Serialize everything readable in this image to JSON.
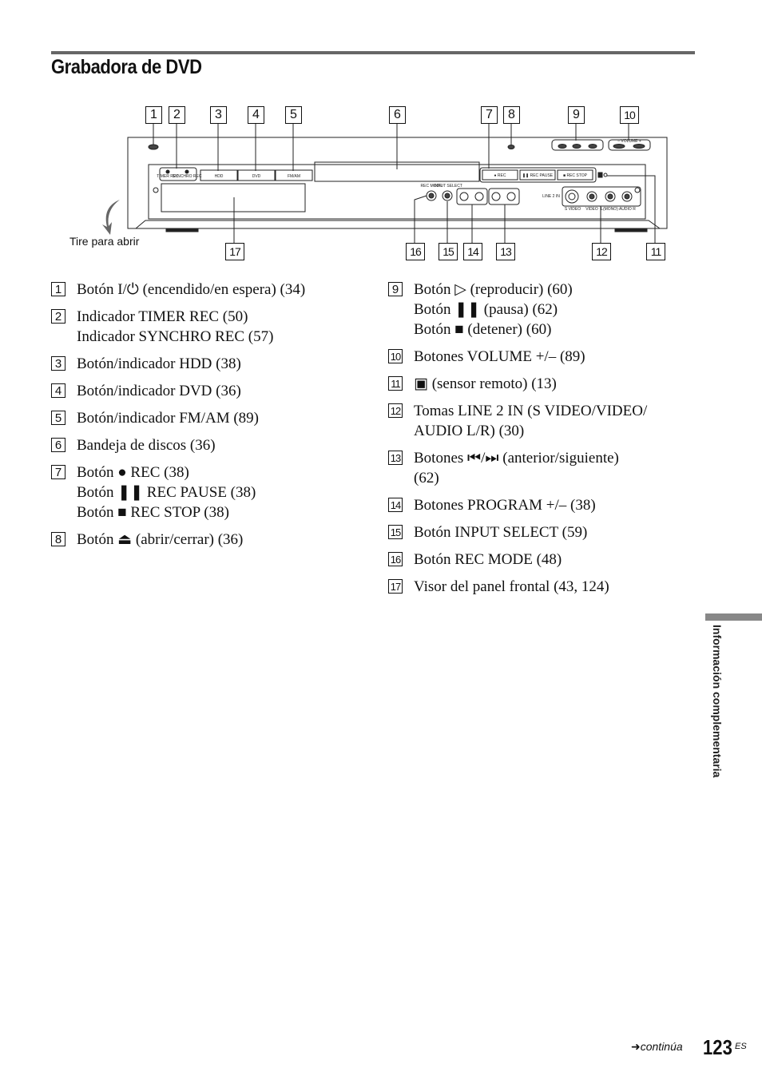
{
  "title": "Grabadora de DVD",
  "diagram": {
    "callouts_top": [
      "1",
      "2",
      "3",
      "4",
      "5",
      "6",
      "7",
      "8",
      "9",
      "10"
    ],
    "callouts_bottom": [
      "17",
      "16",
      "15",
      "14",
      "13",
      "12",
      "11"
    ],
    "open_label": "Tire para abrir",
    "panel_labels": {
      "hdd": "HDD",
      "dvd": "DVD",
      "fmam": "FM/AM",
      "rec": "● REC",
      "rec_pause": "❚❚ REC PAUSE",
      "rec_stop": "■ REC STOP",
      "rec_mode": "REC MODE",
      "input_select": "INPUT SELECT",
      "line2in": "LINE 2 IN",
      "svideo": "S VIDEO",
      "video": "VIDEO",
      "audio": "L(MONO) AUDIO R",
      "volume": "– VOLUME +",
      "timer_rec": "TIMER REC",
      "synchro_rec": "SYNCHRO REC"
    }
  },
  "items_left": [
    {
      "num": "1",
      "lines": [
        "Botón I/⏻ (encendido/en espera) (34)"
      ]
    },
    {
      "num": "2",
      "lines": [
        "Indicador TIMER REC (50)",
        "Indicador SYNCHRO REC (57)"
      ]
    },
    {
      "num": "3",
      "lines": [
        "Botón/indicador HDD (38)"
      ]
    },
    {
      "num": "4",
      "lines": [
        "Botón/indicador DVD (36)"
      ]
    },
    {
      "num": "5",
      "lines": [
        "Botón/indicador FM/AM (89)"
      ]
    },
    {
      "num": "6",
      "lines": [
        "Bandeja de discos (36)"
      ]
    },
    {
      "num": "7",
      "lines": [
        "Botón ● REC (38)",
        "Botón ❚❚ REC PAUSE (38)",
        "Botón ■ REC STOP (38)"
      ]
    },
    {
      "num": "8",
      "lines": [
        "Botón ⏏ (abrir/cerrar) (36)"
      ]
    }
  ],
  "items_right": [
    {
      "num": "9",
      "lines": [
        "Botón ▷ (reproducir) (60)",
        "Botón ❚❚ (pausa) (62)",
        "Botón ■ (detener) (60)"
      ]
    },
    {
      "num": "10",
      "lines": [
        "Botones VOLUME +/– (89)"
      ]
    },
    {
      "num": "11",
      "lines": [
        "▣ (sensor remoto) (13)"
      ]
    },
    {
      "num": "12",
      "lines": [
        "Tomas LINE 2 IN (S VIDEO/VIDEO/",
        "AUDIO L/R) (30)"
      ]
    },
    {
      "num": "13",
      "lines": [
        "Botones ⏮/⏭ (anterior/siguiente)",
        "(62)"
      ]
    },
    {
      "num": "14",
      "lines": [
        "Botones PROGRAM +/– (38)"
      ]
    },
    {
      "num": "15",
      "lines": [
        "Botón INPUT SELECT (59)"
      ]
    },
    {
      "num": "16",
      "lines": [
        "Botón REC MODE (48)"
      ]
    },
    {
      "num": "17",
      "lines": [
        "Visor del panel frontal (43, 124)"
      ]
    }
  ],
  "side_tab": "Información complementaria",
  "footer": {
    "continua": "continúa",
    "page_number": "123",
    "page_suffix": "ES"
  }
}
